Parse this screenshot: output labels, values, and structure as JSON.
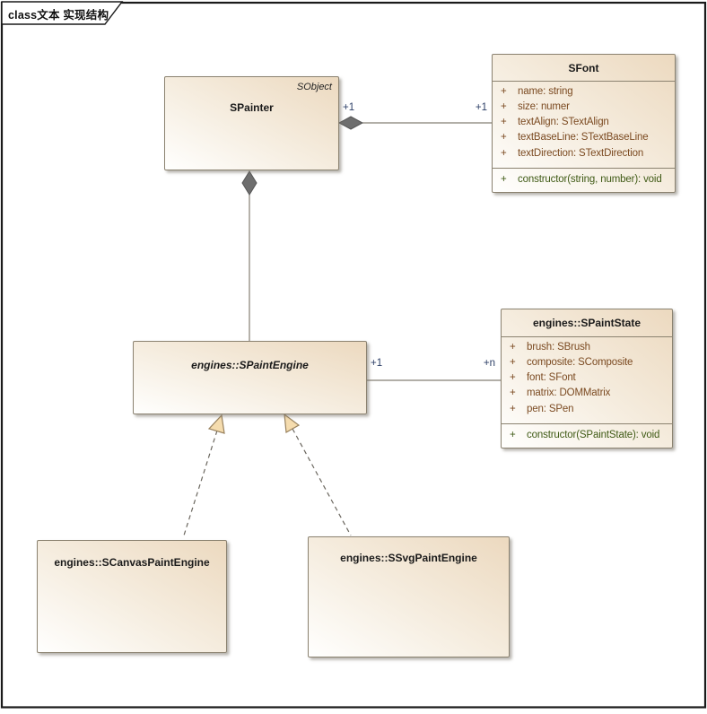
{
  "frame": {
    "label": "class文本 实现结构"
  },
  "colors": {
    "box_fill_top_right": "#ecd9bf",
    "box_fill_bottom_left": "#ffffff",
    "box_border": "#8b8270",
    "frame_border": "#1a1a1a",
    "attribute_text": "#7b4a21",
    "operation_text": "#3f5a15",
    "multiplicity_text": "#2c3e66",
    "diamond_fill": "#6e6e6e",
    "triangle_fill": "#f5dcae",
    "triangle_border": "#99825e",
    "connector_line": "#857f73",
    "dashed_line": "#6b675f"
  },
  "classes": {
    "spainter": {
      "name": "SPainter",
      "stereotype": "SObject"
    },
    "sfont": {
      "name": "SFont",
      "attributes": [
        {
          "vis": "+",
          "text": "name: string"
        },
        {
          "vis": "+",
          "text": "size: numer"
        },
        {
          "vis": "+",
          "text": "textAlign: STextAlign"
        },
        {
          "vis": "+",
          "text": "textBaseLine: STextBaseLine"
        },
        {
          "vis": "+",
          "text": "textDirection: STextDirection"
        }
      ],
      "operations": [
        {
          "vis": "+",
          "text": "constructor(string, number): void"
        }
      ]
    },
    "spaintengine": {
      "name": "engines::SPaintEngine"
    },
    "spaintstate": {
      "name": "engines::SPaintState",
      "attributes": [
        {
          "vis": "+",
          "text": "brush: SBrush"
        },
        {
          "vis": "+",
          "text": "composite: SComposite"
        },
        {
          "vis": "+",
          "text": "font: SFont"
        },
        {
          "vis": "+",
          "text": "matrix: DOMMatrix"
        },
        {
          "vis": "+",
          "text": "pen: SPen"
        }
      ],
      "operations": [
        {
          "vis": "+",
          "text": "constructor(SPaintState): void"
        }
      ]
    },
    "scanvaspaintengine": {
      "name": "engines::SCanvasPaintEngine"
    },
    "ssvgpaintengine": {
      "name": "engines::SSvgPaintEngine"
    }
  },
  "connectors": {
    "painter_font": {
      "type": "composition",
      "source_label": "+1",
      "target_label": "+1"
    },
    "painter_engine": {
      "type": "composition",
      "source_label": "",
      "target_label": ""
    },
    "engine_state": {
      "type": "association",
      "source_label": "+1",
      "target_label": "+n"
    },
    "canvas_generalization": {
      "type": "realization"
    },
    "svg_generalization": {
      "type": "realization"
    }
  }
}
